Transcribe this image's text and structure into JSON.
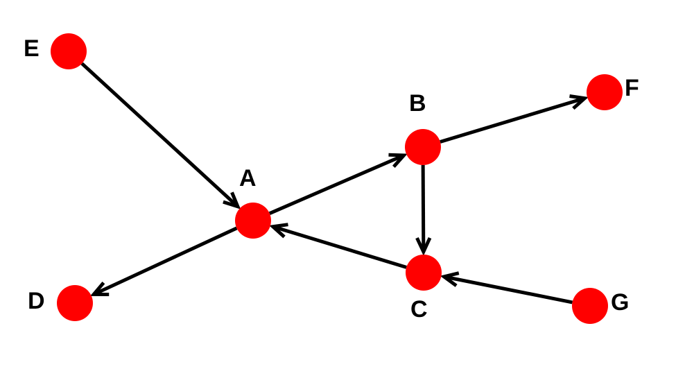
{
  "diagram": {
    "node_color": "#ff0000",
    "edge_color": "#000000",
    "nodes": [
      {
        "id": "A",
        "label": "A"
      },
      {
        "id": "B",
        "label": "B"
      },
      {
        "id": "C",
        "label": "C"
      },
      {
        "id": "D",
        "label": "D"
      },
      {
        "id": "E",
        "label": "E"
      },
      {
        "id": "F",
        "label": "F"
      },
      {
        "id": "G",
        "label": "G"
      }
    ],
    "edges": [
      {
        "from": "E",
        "to": "A"
      },
      {
        "from": "A",
        "to": "B"
      },
      {
        "from": "B",
        "to": "F"
      },
      {
        "from": "B",
        "to": "C"
      },
      {
        "from": "C",
        "to": "A"
      },
      {
        "from": "A",
        "to": "D"
      },
      {
        "from": "G",
        "to": "C"
      }
    ]
  }
}
